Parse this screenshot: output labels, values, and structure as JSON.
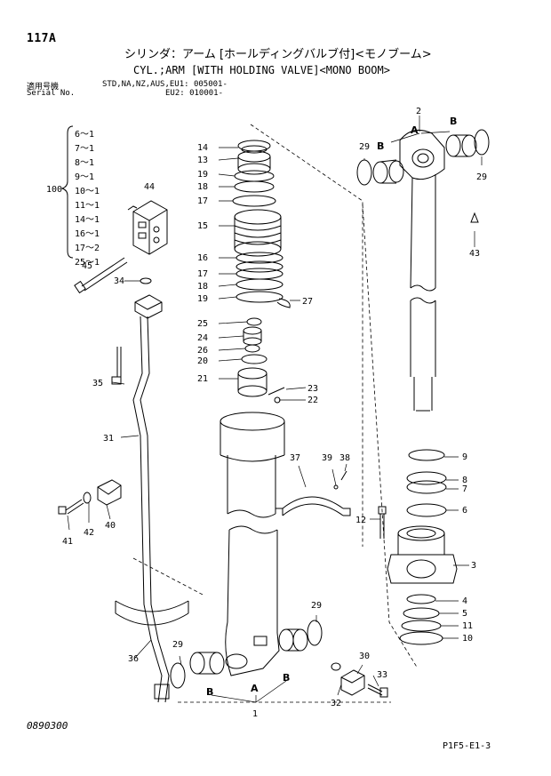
{
  "header": {
    "page_number": "117A",
    "title_jp": "シリンダ：アーム [ホールディングバルブ付]<モノブーム>",
    "title_en": "CYL.;ARM [WITH HOLDING VALVE]<MONO BOOM>",
    "models_label": "適用号機",
    "models_value": "STD,NA,NZ,AUS,EU1: 005001-",
    "serial_label": "Serial No.",
    "serial_value": "EU2: 010001-"
  },
  "kit": {
    "number": "100",
    "items": [
      "6～1",
      "7～1",
      "8～1",
      "9～1",
      "10～1",
      "11～1",
      "14～1",
      "16～1",
      "17～2",
      "25～1"
    ]
  },
  "callouts": {
    "n1": "1",
    "n2": "2",
    "n3": "3",
    "n4": "4",
    "n5": "5",
    "n6": "6",
    "n7": "7",
    "n8": "8",
    "n9": "9",
    "n10": "10",
    "n11": "11",
    "n12": "12",
    "n13": "13",
    "n14": "14",
    "n15": "15",
    "n16": "16",
    "n17a": "17",
    "n17b": "17",
    "n18a": "18",
    "n18b": "18",
    "n19a": "19",
    "n19b": "19",
    "n20": "20",
    "n21": "21",
    "n22": "22",
    "n23": "23",
    "n24": "24",
    "n25": "25",
    "n26": "26",
    "n27": "27",
    "n29a": "29",
    "n29b": "29",
    "n29c": "29",
    "n29d": "29",
    "n30": "30",
    "n31": "31",
    "n32": "32",
    "n33": "33",
    "n34": "34",
    "n35": "35",
    "n36": "36",
    "n37": "37",
    "n38": "38",
    "n39": "39",
    "n40": "40",
    "n41": "41",
    "n42": "42",
    "n43": "43",
    "n44": "44",
    "n45": "45",
    "A_top": "A",
    "B_top_left": "B",
    "B_top_right": "B",
    "A_bottom": "A",
    "B_bottom_left": "B",
    "B_bottom_right": "B"
  },
  "footer": {
    "doc_code": "0890300",
    "sheet_code": "P1F5-E1-3"
  }
}
